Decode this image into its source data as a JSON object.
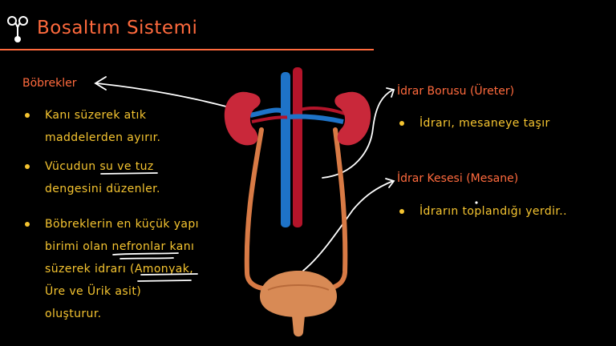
{
  "slide": {
    "title": "Bosaltım Sistemi",
    "logo_icon": "kidney-logo-icon"
  },
  "left_section": {
    "heading": "Böbrekler",
    "bullets": [
      {
        "lines": [
          "Kanı süzerek atık",
          "maddelerden ayırır."
        ]
      },
      {
        "lines": [
          "Vücudun su ve tuz",
          "dengesini düzenler."
        ]
      },
      {
        "lines": [
          "Böbreklerin en küçük yapı",
          "birimi olan nefronlar kanı",
          "süzerek idrarı (Amonyak,",
          "Üre ve Ürik asit)",
          "oluşturur."
        ]
      }
    ]
  },
  "right_sections": [
    {
      "heading": "İdrar Borusu (Üreter)",
      "bullet": "İdrarı, mesaneye taşır"
    },
    {
      "heading": "İdrar Kesesi (Mesane)",
      "bullet": "İdrarın toplandığı yerdir.."
    }
  ],
  "colors": {
    "accent": "#ff6a3d",
    "bullet_text": "#f5c430",
    "kidney": "#c9283a",
    "artery": "#b4142a",
    "vein": "#1e73c8",
    "ureter": "#d87a45",
    "bladder": "#d88a55"
  }
}
